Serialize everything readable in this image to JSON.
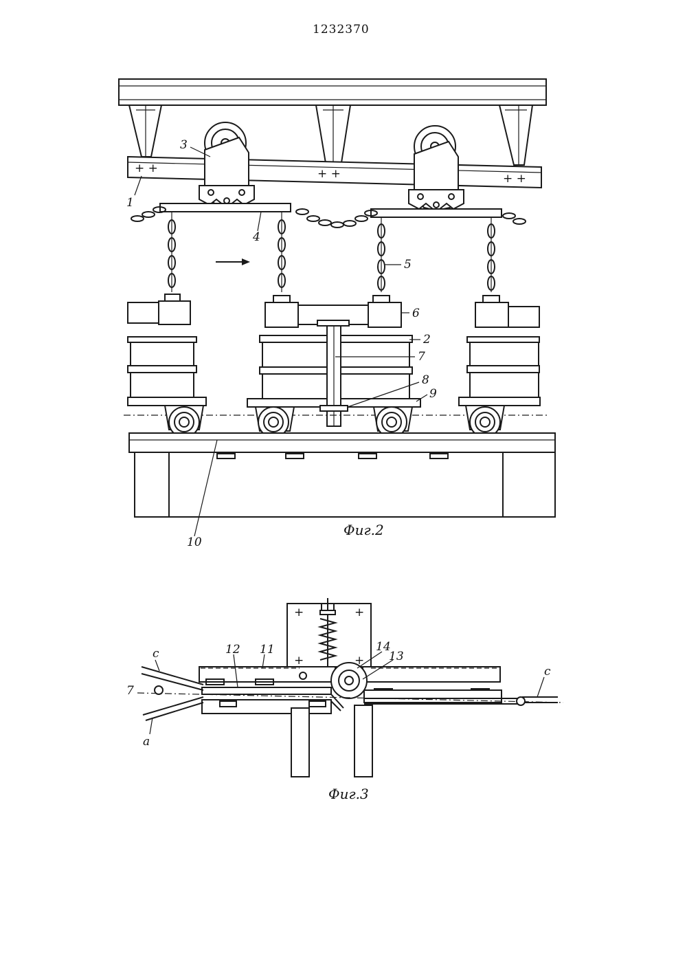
{
  "document": {
    "patent_number": "1232370"
  },
  "figure2": {
    "caption": "Фиг.2",
    "labels": {
      "l1": "1",
      "l2": "2",
      "l3": "3",
      "l4": "4",
      "l5": "5",
      "l6": "6",
      "l7": "7",
      "l8": "8",
      "l9": "9",
      "l10": "10"
    }
  },
  "figure3": {
    "caption": "Фиг.3",
    "labels": {
      "l7": "7",
      "l11": "11",
      "l12": "12",
      "l13": "13",
      "l14": "14",
      "c_left": "с",
      "c_right": "с",
      "a": "а"
    }
  }
}
